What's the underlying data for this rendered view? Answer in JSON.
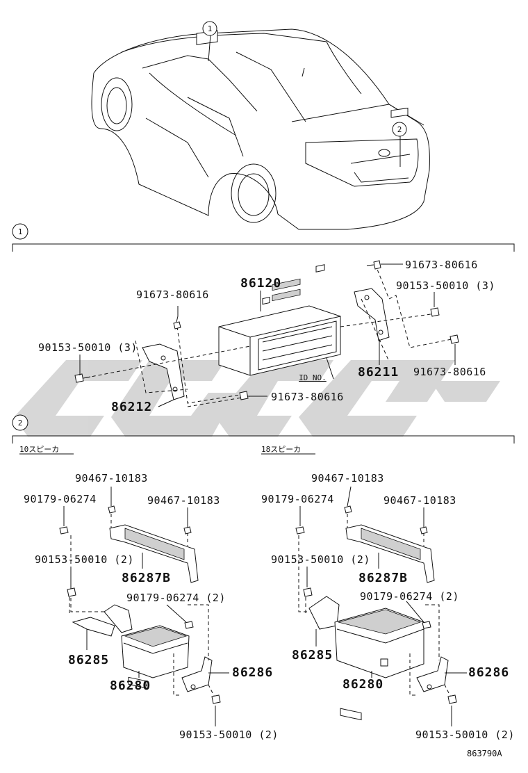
{
  "section1": {
    "marker": "1"
  },
  "section2": {
    "marker": "2",
    "left_title": "10スピーカ",
    "right_title": "18スピーカ"
  },
  "car": {
    "callout1": "1",
    "callout2": "2"
  },
  "head_unit": {
    "main_part": "86120",
    "bolt_left_top": "91673-80616",
    "bolt_right_top": "91673-80616",
    "bolt_right_mid": "91673-80616",
    "bolt_bottom": "91673-80616",
    "nut_left": "90153-50010 (3)",
    "nut_right": "90153-50010 (3)",
    "bracket_right": "86211",
    "bracket_left": "86212",
    "id_note": "ID NO."
  },
  "amp_left": {
    "bolt_top": "90467-10183",
    "nut_left": "90179-06274",
    "bolt_right": "90467-10183",
    "nut_mid": "90153-50010 (2)",
    "bracket_top": "86287B",
    "nut_right": "90179-06274 (2)",
    "bracket_left": "86285",
    "amplifier": "86280",
    "bracket_right": "86286",
    "nut_bottom": "90153-50010 (2)"
  },
  "amp_right": {
    "bolt_top": "90467-10183",
    "nut_left": "90179-06274",
    "bolt_right": "90467-10183",
    "nut_mid": "90153-50010 (2)",
    "bracket_top": "86287B",
    "nut_right": "90179-06274 (2)",
    "bracket_left": "86285",
    "amplifier": "86280",
    "bracket_right": "86286",
    "nut_bottom": "90153-50010 (2)"
  },
  "footer": {
    "figure_code": "863790A"
  },
  "colors": {
    "watermark": "#d0d0d0",
    "line": "#111111"
  }
}
